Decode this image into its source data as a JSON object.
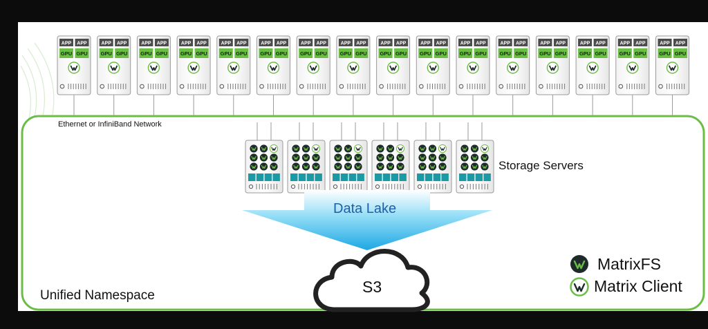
{
  "compute_server": {
    "app_label": "APP",
    "gpu_label": "GPU",
    "count": 16
  },
  "network": {
    "label": "Ethernet or InfiniBand Network"
  },
  "storage": {
    "label": "Storage Servers",
    "count": 6
  },
  "data_lake": {
    "label": "Data Lake"
  },
  "cloud": {
    "label": "S3"
  },
  "namespace": {
    "label": "Unified Namespace"
  },
  "legend": {
    "matrixfs_label": "MatrixFS",
    "client_label": "Matrix Client"
  },
  "colors": {
    "accent_green": "#6cbd45",
    "dark_icon": "#1f2b2b",
    "teal": "#1b9aa6",
    "arrow": "#2fb6ea"
  }
}
